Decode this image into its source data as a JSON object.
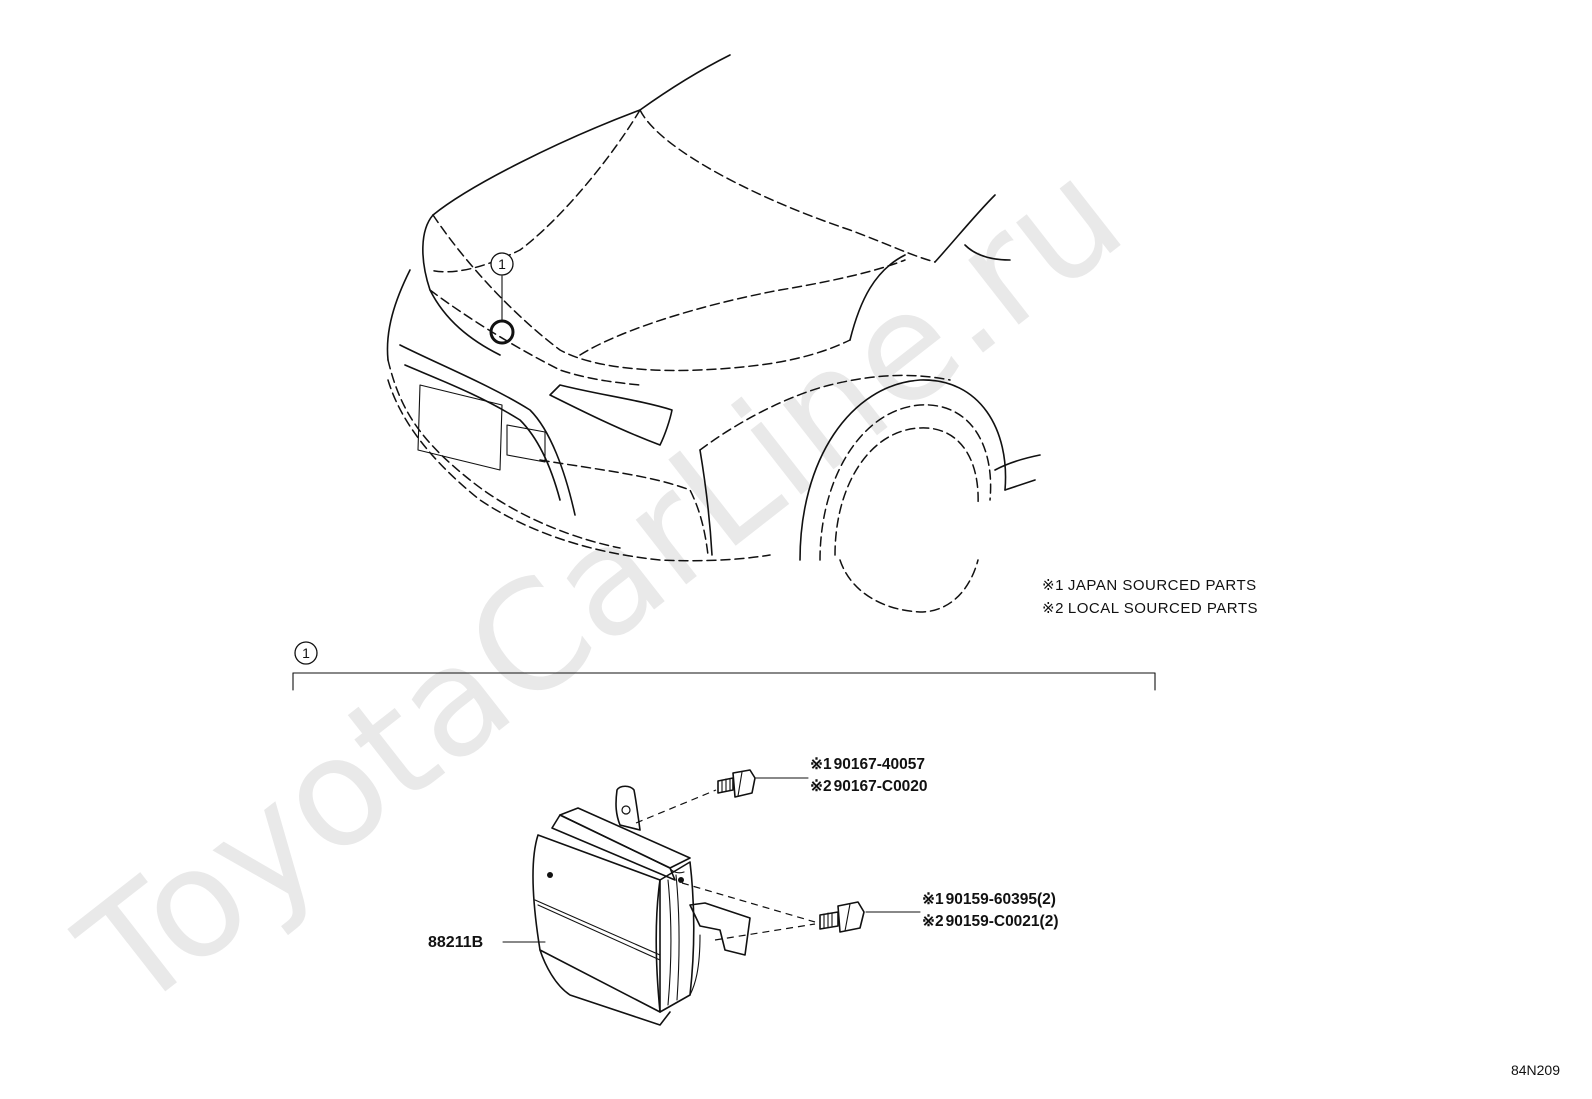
{
  "watermark": "ToyotaCarLine.ru",
  "callout_marker": "1",
  "notes": [
    {
      "mark": "※1",
      "text": "JAPAN SOURCED PARTS"
    },
    {
      "mark": "※2",
      "text": "LOCAL SOURCED PARTS"
    }
  ],
  "group_marker": "1",
  "parts": {
    "sensor": "88211B",
    "bolt_upper": [
      {
        "mark": "※1",
        "number": "90167-40057"
      },
      {
        "mark": "※2",
        "number": "90167-C0020"
      }
    ],
    "bolt_lower": [
      {
        "mark": "※1",
        "number": "90159-60395(2)"
      },
      {
        "mark": "※2",
        "number": "90159-C0021(2)"
      }
    ]
  },
  "illustration_code": "84N209"
}
